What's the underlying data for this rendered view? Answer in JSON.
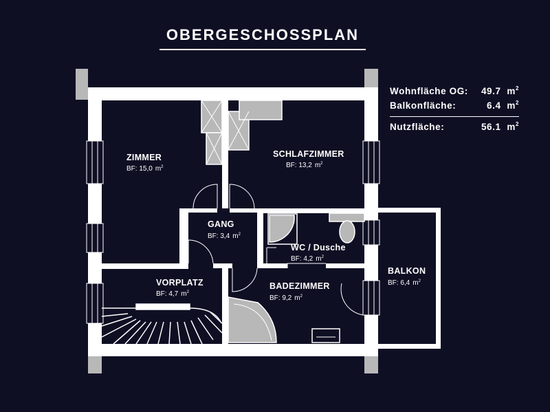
{
  "plan": {
    "title": "OBERGESCHOSSPLAN"
  },
  "areas": {
    "rows": [
      {
        "label": "Wohnfläche OG:",
        "value": "49.7",
        "unit": "m",
        "exp": "2"
      },
      {
        "label": "Balkonfläche:",
        "value": "6.4",
        "unit": "m",
        "exp": "2"
      }
    ],
    "total": {
      "label": "Nutzfläche:",
      "value": "56.1",
      "unit": "m",
      "exp": "2"
    }
  },
  "rooms": {
    "zimmer": {
      "name": "ZIMMER",
      "area": "BF: 15,0",
      "unit": "m",
      "exp": "2"
    },
    "schlafzimmer": {
      "name": "SCHLAFZIMMER",
      "area": "BF: 13,2",
      "unit": "m",
      "exp": "2"
    },
    "gang": {
      "name": "GANG",
      "area": "BF: 3,4",
      "unit": "m",
      "exp": "2"
    },
    "wc": {
      "name": "WC / Dusche",
      "area": "BF: 4,2",
      "unit": "m",
      "exp": "2"
    },
    "vorplatz": {
      "name": "VORPLATZ",
      "area": "BF: 4,7",
      "unit": "m",
      "exp": "2"
    },
    "badezimmer": {
      "name": "BADEZIMMER",
      "area": "BF: 9,2",
      "unit": "m",
      "exp": "2"
    },
    "balkon": {
      "name": "BALKON",
      "area": "BF: 6,4",
      "unit": "m",
      "exp": "2"
    }
  },
  "colors": {
    "background": "#0f0f24",
    "wall": "#ffffff",
    "fixture": "#b8b8b8"
  }
}
